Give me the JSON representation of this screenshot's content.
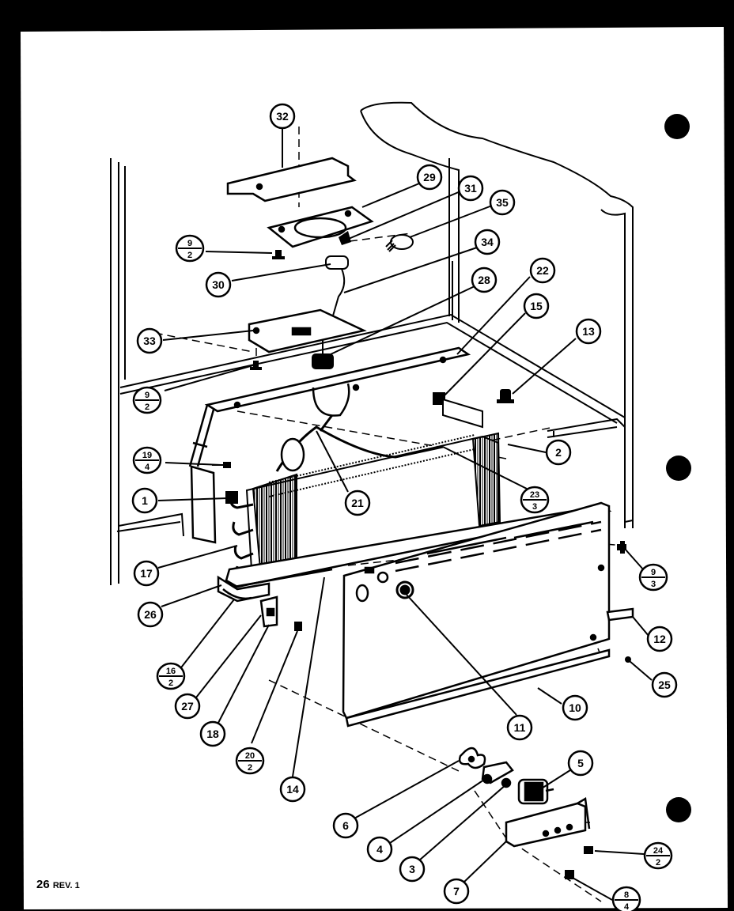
{
  "diagram": {
    "page_label": "26",
    "revision_label": "REV. 1",
    "callouts": [
      {
        "id": "c32",
        "label": "32"
      },
      {
        "id": "c29",
        "label": "29"
      },
      {
        "id": "c31",
        "label": "31"
      },
      {
        "id": "c35",
        "label": "35"
      },
      {
        "id": "c34",
        "label": "34"
      },
      {
        "id": "c30",
        "label": "30"
      },
      {
        "id": "c28",
        "label": "28"
      },
      {
        "id": "c22",
        "label": "22"
      },
      {
        "id": "c15",
        "label": "15"
      },
      {
        "id": "c13",
        "label": "13"
      },
      {
        "id": "c33",
        "label": "33"
      },
      {
        "id": "c2",
        "label": "2"
      },
      {
        "id": "c1",
        "label": "1"
      },
      {
        "id": "c21",
        "label": "21"
      },
      {
        "id": "c17",
        "label": "17"
      },
      {
        "id": "c26",
        "label": "26"
      },
      {
        "id": "c12",
        "label": "12"
      },
      {
        "id": "c25",
        "label": "25"
      },
      {
        "id": "c10",
        "label": "10"
      },
      {
        "id": "c11",
        "label": "11"
      },
      {
        "id": "c27",
        "label": "27"
      },
      {
        "id": "c18",
        "label": "18"
      },
      {
        "id": "c14",
        "label": "14"
      },
      {
        "id": "c5",
        "label": "5"
      },
      {
        "id": "c6",
        "label": "6"
      },
      {
        "id": "c4",
        "label": "4"
      },
      {
        "id": "c3",
        "label": "3"
      },
      {
        "id": "c7",
        "label": "7"
      }
    ],
    "fraction_callouts": [
      {
        "id": "f9_2a",
        "top": "9",
        "bottom": "2"
      },
      {
        "id": "f9_2b",
        "top": "9",
        "bottom": "2"
      },
      {
        "id": "f19_4",
        "top": "19",
        "bottom": "4"
      },
      {
        "id": "f23_3",
        "top": "23",
        "bottom": "3"
      },
      {
        "id": "f9_3",
        "top": "9",
        "bottom": "3"
      },
      {
        "id": "f16_2",
        "top": "16",
        "bottom": "2"
      },
      {
        "id": "f20_2",
        "top": "20",
        "bottom": "2"
      },
      {
        "id": "f24_2",
        "top": "24",
        "bottom": "2"
      },
      {
        "id": "f8_4",
        "top": "8",
        "bottom": "4"
      }
    ]
  }
}
